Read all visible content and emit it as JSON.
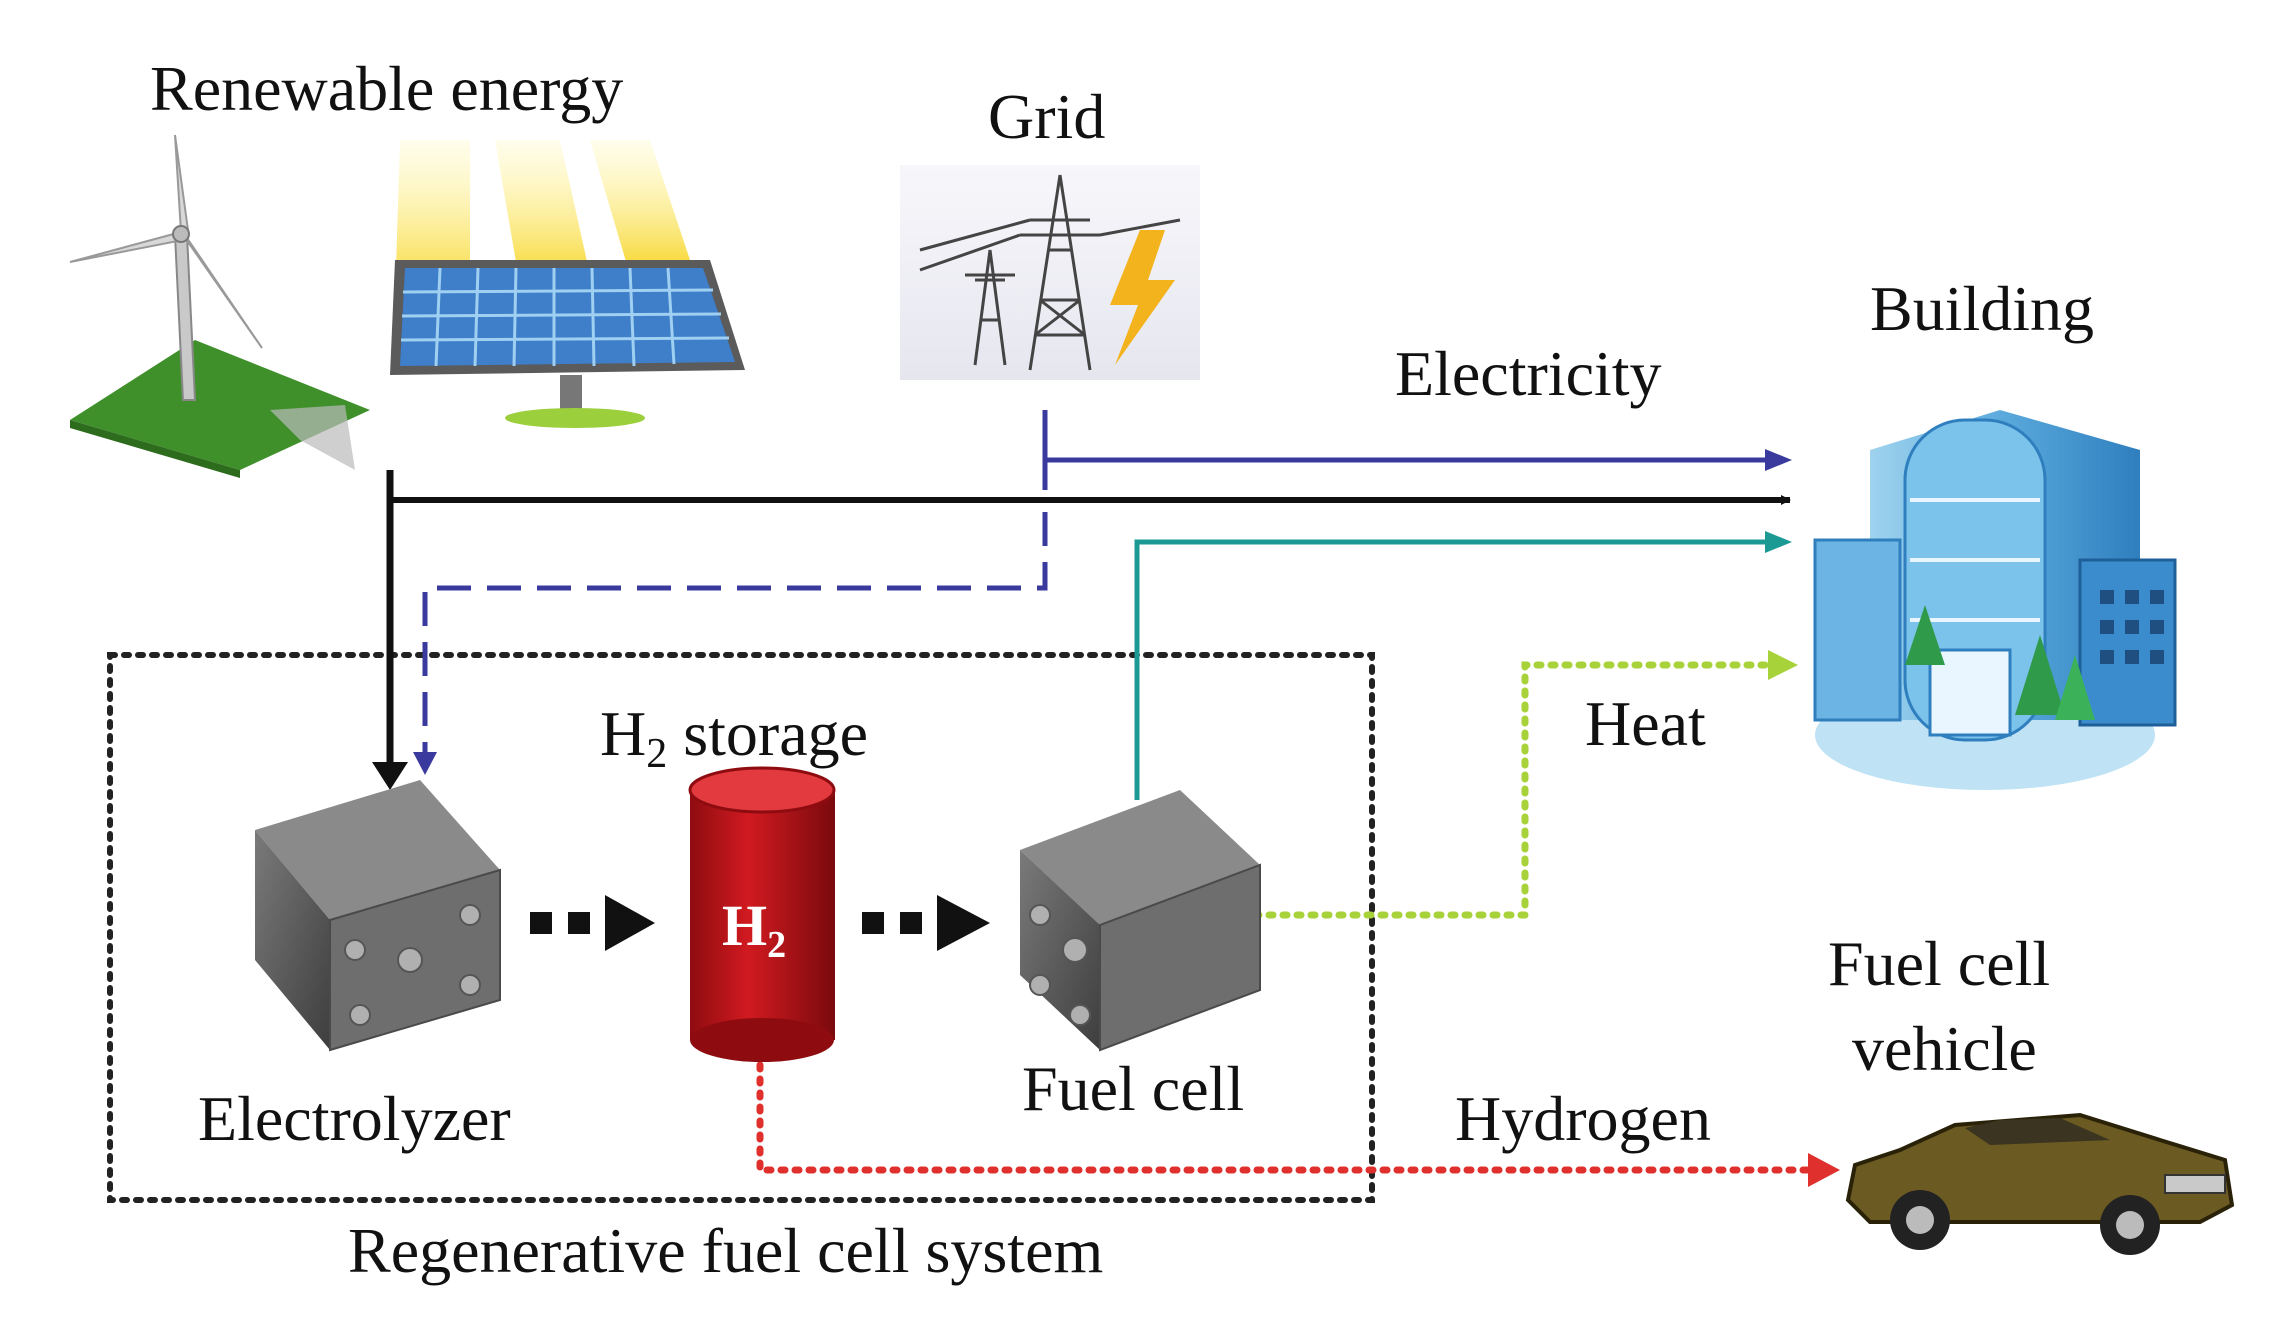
{
  "labels": {
    "renewable": "Renewable energy",
    "grid": "Grid",
    "building": "Building",
    "electricity": "Electricity",
    "heat": "Heat",
    "h2_storage_main": "H",
    "h2_storage_sub": "2",
    "h2_storage_rest": " storage",
    "tank_h": "H",
    "tank_sub": "2",
    "electrolyzer": "Electrolyzer",
    "fuel_cell": "Fuel cell",
    "fcv_line1": "Fuel cell",
    "fcv_line2": "vehicle",
    "hydrogen": "Hydrogen",
    "system": "Regenerative fuel cell system"
  },
  "colors": {
    "renewable_flow": "#111111",
    "grid_flow": "#3a3a9e",
    "fuelcell_flow": "#1b9a94",
    "heat_flow": "#a8d23a",
    "hydrogen_flow": "#e0302e",
    "tank": "#c8151b",
    "system_border": "#222222"
  },
  "icons": [
    "wind-turbine-icon",
    "solar-panel-icon",
    "power-tower-icon",
    "lightning-icon",
    "building-icon",
    "electrolyzer-icon",
    "hydrogen-tank-icon",
    "fuel-cell-icon",
    "car-icon"
  ]
}
